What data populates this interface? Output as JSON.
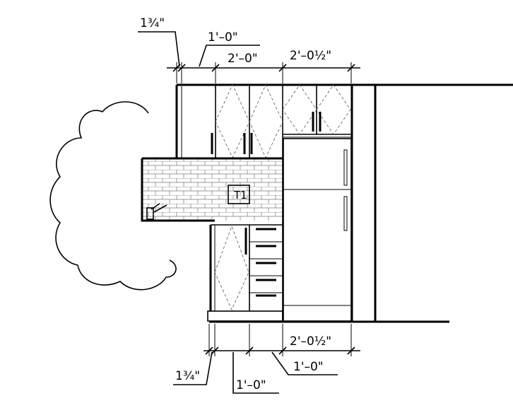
{
  "dimensions_top": {
    "callout_left": "1¾\"",
    "callout_mid": "1'–0\"",
    "span_mid": "2'–0\"",
    "span_right": "2'–0½\""
  },
  "dimensions_bottom": {
    "span_right": "2'–0½\"",
    "callout_left": "1¾\"",
    "callout_right": "1'–0\"",
    "callout_low": "1'–0\""
  },
  "finish_tag": "T1"
}
